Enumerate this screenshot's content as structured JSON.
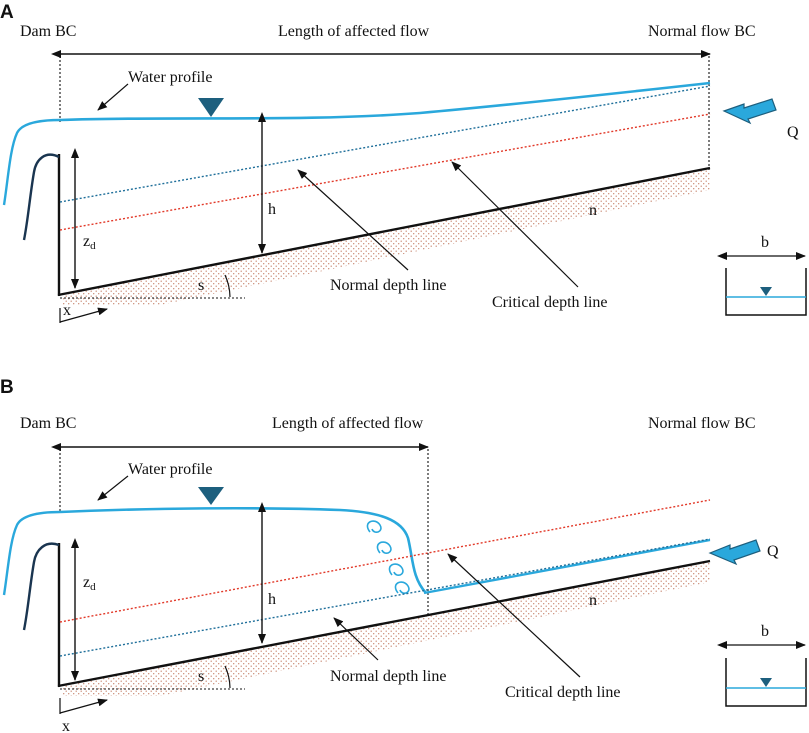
{
  "panels": [
    {
      "id": "A",
      "label": "A",
      "dam_bc": "Dam BC",
      "length_label": "Length of affected flow",
      "normal_flow_bc": "Normal flow BC",
      "water_profile": "Water profile",
      "flow_symbol": "Q",
      "depth_symbol": "h",
      "dam_height_symbol": "z",
      "dam_height_subscript": "d",
      "roughness_symbol": "n",
      "slope_symbol": "s",
      "x_symbol": "x",
      "width_symbol": "b",
      "normal_depth_line": "Normal depth line",
      "critical_depth_line": "Critical depth line"
    },
    {
      "id": "B",
      "label": "B",
      "dam_bc": "Dam BC",
      "length_label": "Length of affected flow",
      "normal_flow_bc": "Normal flow BC",
      "water_profile": "Water profile",
      "flow_symbol": "Q",
      "depth_symbol": "h",
      "dam_height_symbol": "z",
      "dam_height_subscript": "d",
      "roughness_symbol": "n",
      "slope_symbol": "s",
      "x_symbol": "x",
      "width_symbol": "b",
      "normal_depth_line": "Normal depth line",
      "critical_depth_line": "Critical depth line"
    }
  ],
  "colors": {
    "water": "#2aa8dc",
    "normal_depth": "#1f6f9a",
    "critical_depth": "#e23a2a",
    "bed": "#111111",
    "soil": "#c98a74",
    "marker": "#1d5f7e"
  }
}
